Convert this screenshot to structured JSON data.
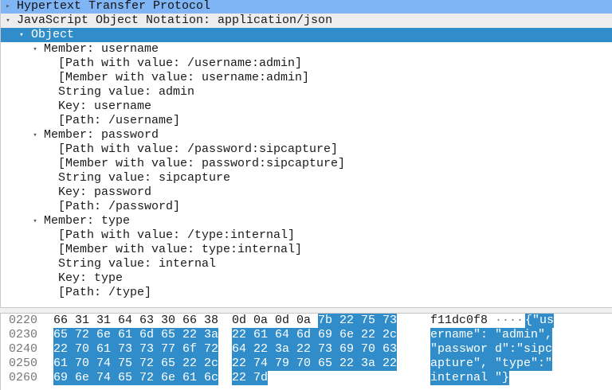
{
  "tree": {
    "rows": [
      {
        "label": "Hypertext Transfer Protocol",
        "indent": 0,
        "arrow": "collapsed",
        "state": "selected-light"
      },
      {
        "label": "JavaScript Object Notation: application/json",
        "indent": 0,
        "arrow": "expanded",
        "state": "hover"
      },
      {
        "label": "Object",
        "indent": 1,
        "arrow": "expanded",
        "state": "selected"
      },
      {
        "label": "Member: username",
        "indent": 2,
        "arrow": "expanded"
      },
      {
        "label": "[Path with value: /username:admin]",
        "indent": 3
      },
      {
        "label": "[Member with value: username:admin]",
        "indent": 3
      },
      {
        "label": "String value: admin",
        "indent": 3
      },
      {
        "label": "Key: username",
        "indent": 3
      },
      {
        "label": "[Path: /username]",
        "indent": 3
      },
      {
        "label": "Member: password",
        "indent": 2,
        "arrow": "expanded"
      },
      {
        "label": "[Path with value: /password:sipcapture]",
        "indent": 3
      },
      {
        "label": "[Member with value: password:sipcapture]",
        "indent": 3
      },
      {
        "label": "String value: sipcapture",
        "indent": 3
      },
      {
        "label": "Key: password",
        "indent": 3
      },
      {
        "label": "[Path: /password]",
        "indent": 3
      },
      {
        "label": "Member: type",
        "indent": 2,
        "arrow": "expanded"
      },
      {
        "label": "[Path with value: /type:internal]",
        "indent": 3
      },
      {
        "label": "[Member with value: type:internal]",
        "indent": 3
      },
      {
        "label": "String value: internal",
        "indent": 3
      },
      {
        "label": "Key: type",
        "indent": 3
      },
      {
        "label": "[Path: /type]",
        "indent": 3
      }
    ]
  },
  "hex": {
    "rows": [
      {
        "offset": "0220",
        "bytes": [
          "66",
          "31",
          "31",
          "64",
          "63",
          "30",
          "66",
          "38",
          "0d",
          "0a",
          "0d",
          "0a",
          "7b",
          "22",
          "75",
          "73"
        ],
        "hl_from": 12,
        "ascii_plain": "f11dc0f8 ",
        "ascii_dots": "····",
        "ascii_hl": "{\"us"
      },
      {
        "offset": "0230",
        "bytes": [
          "65",
          "72",
          "6e",
          "61",
          "6d",
          "65",
          "22",
          "3a",
          "22",
          "61",
          "64",
          "6d",
          "69",
          "6e",
          "22",
          "2c"
        ],
        "hl_from": 0,
        "ascii_plain": "",
        "ascii_dots": "",
        "ascii_hl": "ername\": \"admin\","
      },
      {
        "offset": "0240",
        "bytes": [
          "22",
          "70",
          "61",
          "73",
          "73",
          "77",
          "6f",
          "72",
          "64",
          "22",
          "3a",
          "22",
          "73",
          "69",
          "70",
          "63"
        ],
        "hl_from": 0,
        "ascii_plain": "",
        "ascii_dots": "",
        "ascii_hl": "\"passwor d\":\"sipc"
      },
      {
        "offset": "0250",
        "bytes": [
          "61",
          "70",
          "74",
          "75",
          "72",
          "65",
          "22",
          "2c",
          "22",
          "74",
          "79",
          "70",
          "65",
          "22",
          "3a",
          "22"
        ],
        "hl_from": 0,
        "ascii_plain": "",
        "ascii_dots": "",
        "ascii_hl": "apture\", \"type\":\""
      },
      {
        "offset": "0260",
        "bytes": [
          "69",
          "6e",
          "74",
          "65",
          "72",
          "6e",
          "61",
          "6c",
          "22",
          "7d"
        ],
        "hl_from": 0,
        "ascii_plain": "",
        "ascii_dots": "",
        "ascii_hl": "internal \"}"
      }
    ]
  },
  "colors": {
    "selected": "#308dc9",
    "selected_light": "#7fb5f5",
    "hover": "#ededed"
  }
}
